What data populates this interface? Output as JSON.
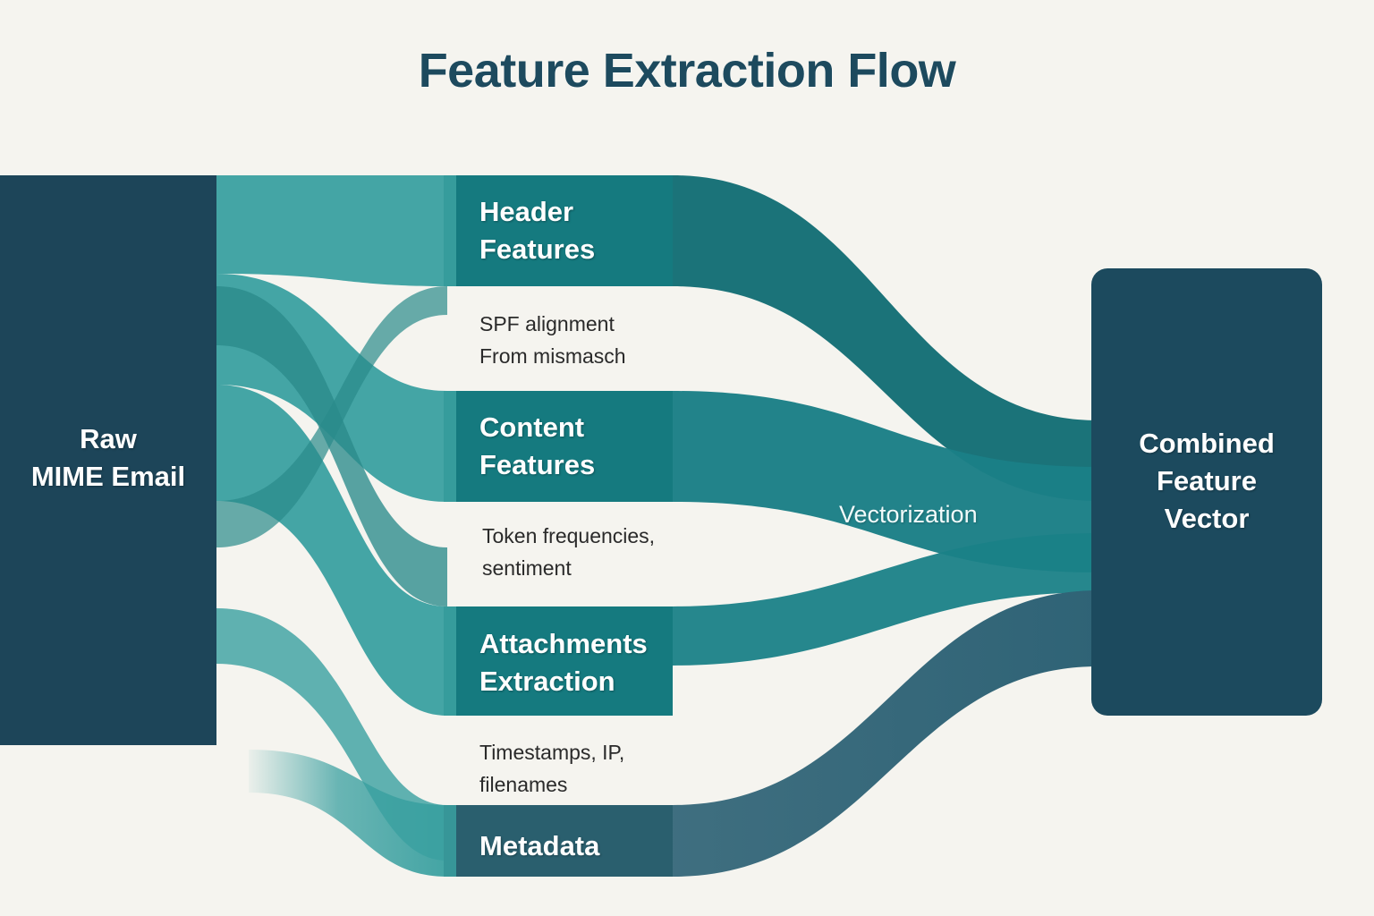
{
  "title": "Feature Extraction Flow",
  "colors": {
    "background": "#f5f4ef",
    "source_node": "#1d4559",
    "target_node": "#1c4a5e",
    "stage_node_teal": "#157a7f",
    "stage_node_dark": "#2a5f6e",
    "ribbon_teal": "#3aa0a0",
    "ribbon_deep": "#146e75",
    "ribbon_slate": "#2f6376",
    "title_color": "#1d4a5e",
    "caption_color": "#2a2a2a",
    "node_text": "#ffffff"
  },
  "source": {
    "label": "Raw\nMIME Email"
  },
  "target": {
    "label": "Combined\nFeature\nVector"
  },
  "stages": [
    {
      "id": "header-features",
      "label": "Header\nFeatures",
      "caption": "SPF alignment\nFrom mismasch"
    },
    {
      "id": "content-features",
      "label": "Content\nFeatures",
      "caption": "Token frequencies,\nsentiment"
    },
    {
      "id": "attachments-extraction",
      "label": "Attachments\nExtraction",
      "caption": "Timestamps, IP,\nfilenames"
    },
    {
      "id": "metadata",
      "label": "Metadata",
      "caption": ""
    }
  ],
  "flows": {
    "vectorization_label": "Vectorization"
  },
  "chart_data": {
    "type": "sankey",
    "title": "Feature Extraction Flow",
    "nodes": [
      {
        "id": "raw_mime_email",
        "label": "Raw MIME Email",
        "column": 0,
        "color": "#1d4559"
      },
      {
        "id": "header_features",
        "label": "Header Features",
        "column": 1,
        "color": "#157a7f"
      },
      {
        "id": "content_features",
        "label": "Content Features",
        "column": 1,
        "color": "#157a7f"
      },
      {
        "id": "attachments_extraction",
        "label": "Attachments Extraction",
        "column": 1,
        "color": "#157a7f"
      },
      {
        "id": "metadata",
        "label": "Metadata",
        "column": 1,
        "color": "#2a5f6e"
      },
      {
        "id": "combined_feature_vector",
        "label": "Combined Feature Vector",
        "column": 2,
        "color": "#1c4a5e"
      }
    ],
    "links": [
      {
        "source": "raw_mime_email",
        "target": "header_features",
        "value": 30
      },
      {
        "source": "raw_mime_email",
        "target": "content_features",
        "value": 30
      },
      {
        "source": "raw_mime_email",
        "target": "attachments_extraction",
        "value": 30
      },
      {
        "source": "raw_mime_email",
        "target": "metadata",
        "value": 20
      },
      {
        "source": "header_features",
        "target": "combined_feature_vector",
        "value": 30
      },
      {
        "source": "content_features",
        "target": "combined_feature_vector",
        "value": 30
      },
      {
        "source": "attachments_extraction",
        "target": "combined_feature_vector",
        "value": 30
      },
      {
        "source": "metadata",
        "target": "combined_feature_vector",
        "value": 20
      }
    ],
    "annotations": [
      {
        "text": "SPF alignment From mismasch",
        "near": "header_features"
      },
      {
        "text": "Token frequencies, sentiment",
        "near": "content_features"
      },
      {
        "text": "Timestamps, IP, filenames",
        "near": "attachments_extraction"
      },
      {
        "text": "Vectorization",
        "near": "combined_feature_vector"
      }
    ]
  }
}
